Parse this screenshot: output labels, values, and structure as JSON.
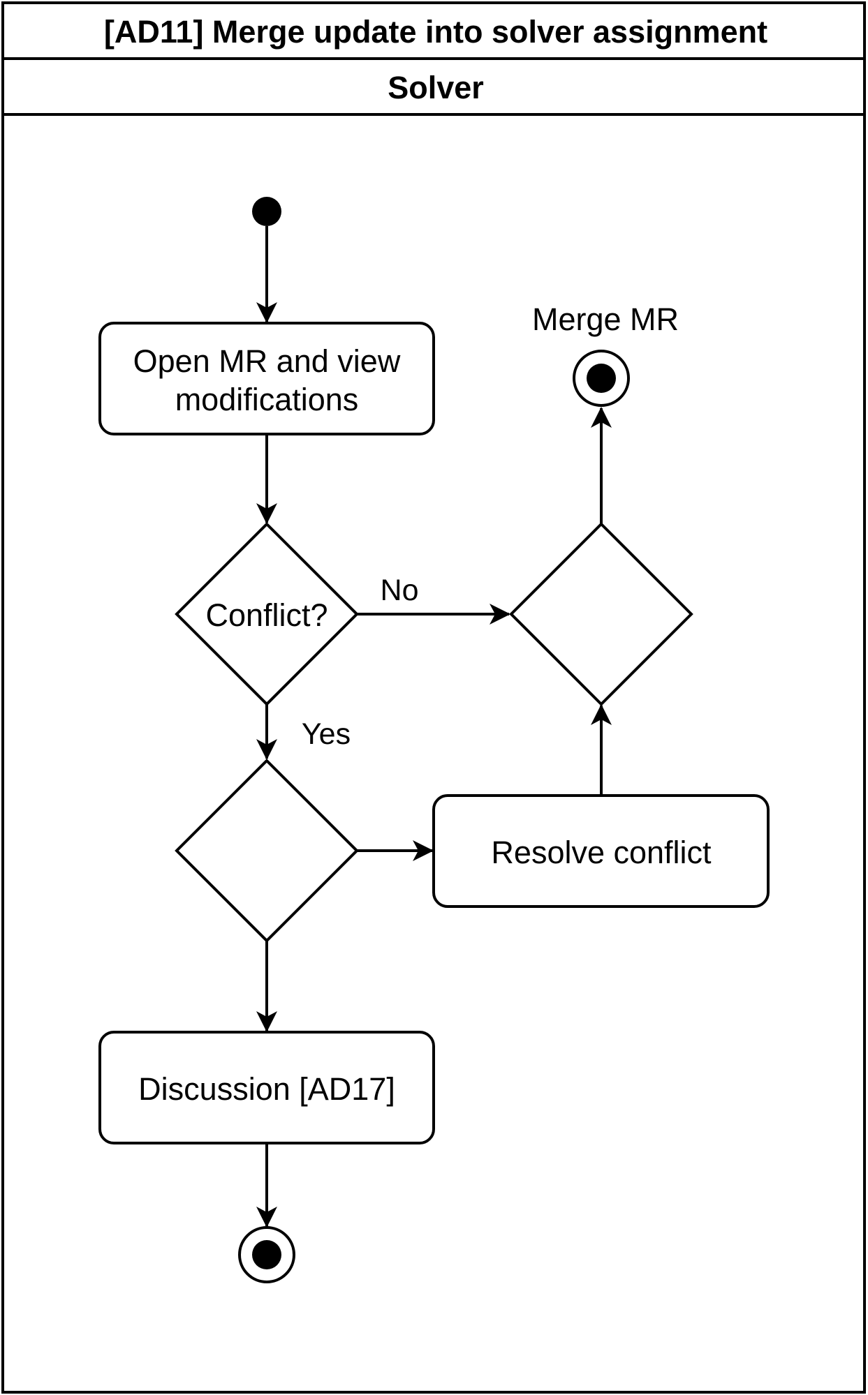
{
  "diagram": {
    "title": "[AD11] Merge update into solver assignment",
    "swimlane": "Solver",
    "nodes": {
      "open_mr": {
        "line1": "Open MR and view",
        "line2": "modifications"
      },
      "conflict_decision": "Conflict?",
      "merge_end_label": "Merge MR",
      "resolve_conflict": "Resolve conflict",
      "discussion": "Discussion [AD17]"
    },
    "edges": {
      "no_label": "No",
      "yes_label": "Yes"
    }
  },
  "colors": {
    "stroke": "#000000",
    "fill": "#ffffff"
  }
}
